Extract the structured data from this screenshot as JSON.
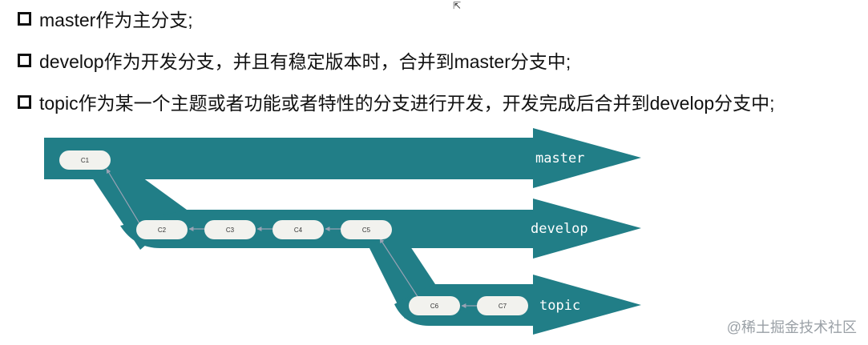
{
  "bullets": [
    "master作为主分支;",
    "develop作为开发分支，并且有稳定版本时，合并到master分支中;",
    "topic作为某一个主题或者功能或者特性的分支进行开发，开发完成后合并到develop分支中;"
  ],
  "branches": {
    "master": "master",
    "develop": "develop",
    "topic": "topic"
  },
  "commits": {
    "c1": "C1",
    "c2": "C2",
    "c3": "C3",
    "c4": "C4",
    "c5": "C5",
    "c6": "C6",
    "c7": "C7"
  },
  "watermark": "@稀土掘金技术社区",
  "colors": {
    "branch": "#217e87",
    "commit": "#f2f2ee",
    "arrow": "#9aa3b5"
  },
  "icons": {
    "cursor": "mouse-cursor-icon",
    "bullet": "square-bullet-icon"
  }
}
